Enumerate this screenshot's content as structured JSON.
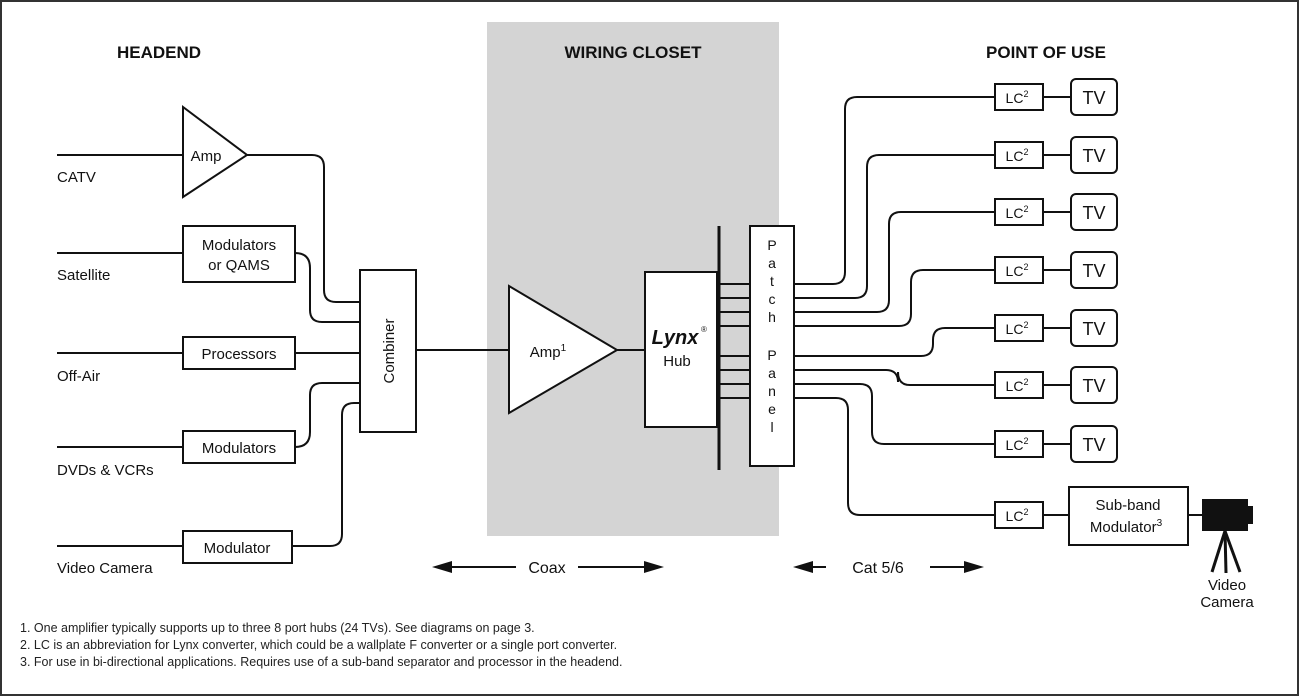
{
  "headers": {
    "headend": "HEADEND",
    "wiring_closet": "WIRING CLOSET",
    "point_of_use": "POINT OF USE"
  },
  "sources": {
    "catv": "CATV",
    "satellite": "Satellite",
    "off_air": "Off-Air",
    "dvds_vcrs": "DVDs & VCRs",
    "video_camera": "Video Camera"
  },
  "headend_blocks": {
    "amp": "Amp",
    "modulators_qams_line1": "Modulators",
    "modulators_qams_line2": "or QAMS",
    "processors": "Processors",
    "modulators": "Modulators",
    "modulator": "Modulator",
    "combiner": "Combiner"
  },
  "closet": {
    "amp_label": "Amp",
    "amp_sup": "1",
    "lynx": "Lynx",
    "registered": "®",
    "hub": "Hub",
    "patch_panel_letters": [
      "P",
      "a",
      "t",
      "c",
      "h",
      "",
      "P",
      "a",
      "n",
      "e",
      "l"
    ]
  },
  "point_of_use": {
    "lc_label": "LC",
    "lc_sup": "2",
    "tv_label": "TV",
    "subband_line1": "Sub-band",
    "subband_line2": "Modulator",
    "subband_sup": "3",
    "camera_line1": "Video",
    "camera_line2": "Camera"
  },
  "cables": {
    "coax": "Coax",
    "cat": "Cat 5/6"
  },
  "notes": [
    "1.  One amplifier typically supports up to three 8 port hubs (24 TVs). See diagrams on page 3.",
    "2.  LC is an abbreviation for Lynx converter, which could be a wallplate F converter or a single port converter.",
    "3.  For use in bi-directional applications. Requires use of a sub-band separator and processor in the headend."
  ],
  "colors": {
    "closet_bg": "#d4d4d4",
    "line": "#111111"
  }
}
